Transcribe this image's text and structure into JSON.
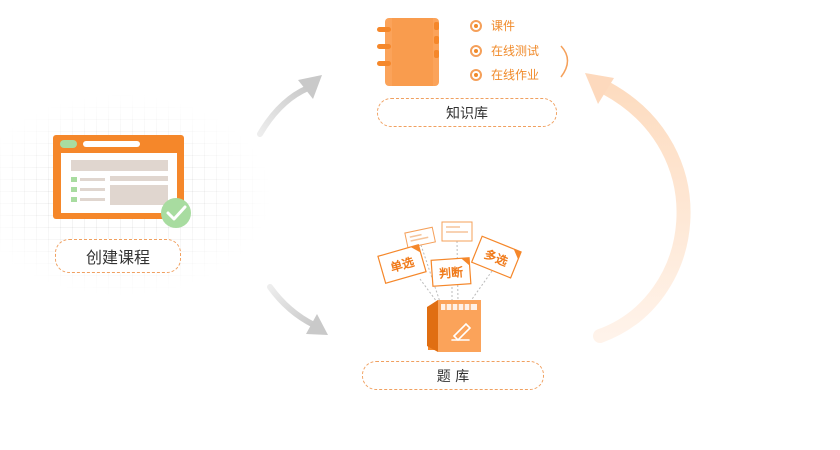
{
  "nodes": {
    "create_course": {
      "label": "创建课程"
    },
    "knowledge_base": {
      "label": "知识库",
      "items": [
        "课件",
        "在线测试",
        "在线作业"
      ]
    },
    "question_bank": {
      "label": "题 库",
      "cards": [
        "单选",
        "判断",
        "多选"
      ]
    }
  },
  "colors": {
    "accent": "#f5872a",
    "accent_light": "#fba35a",
    "check_green": "#a8dca0",
    "arrow_gray": "#c9c9c9",
    "arrow_peach": "#fde6d3",
    "dashed_border": "#f0a060"
  }
}
